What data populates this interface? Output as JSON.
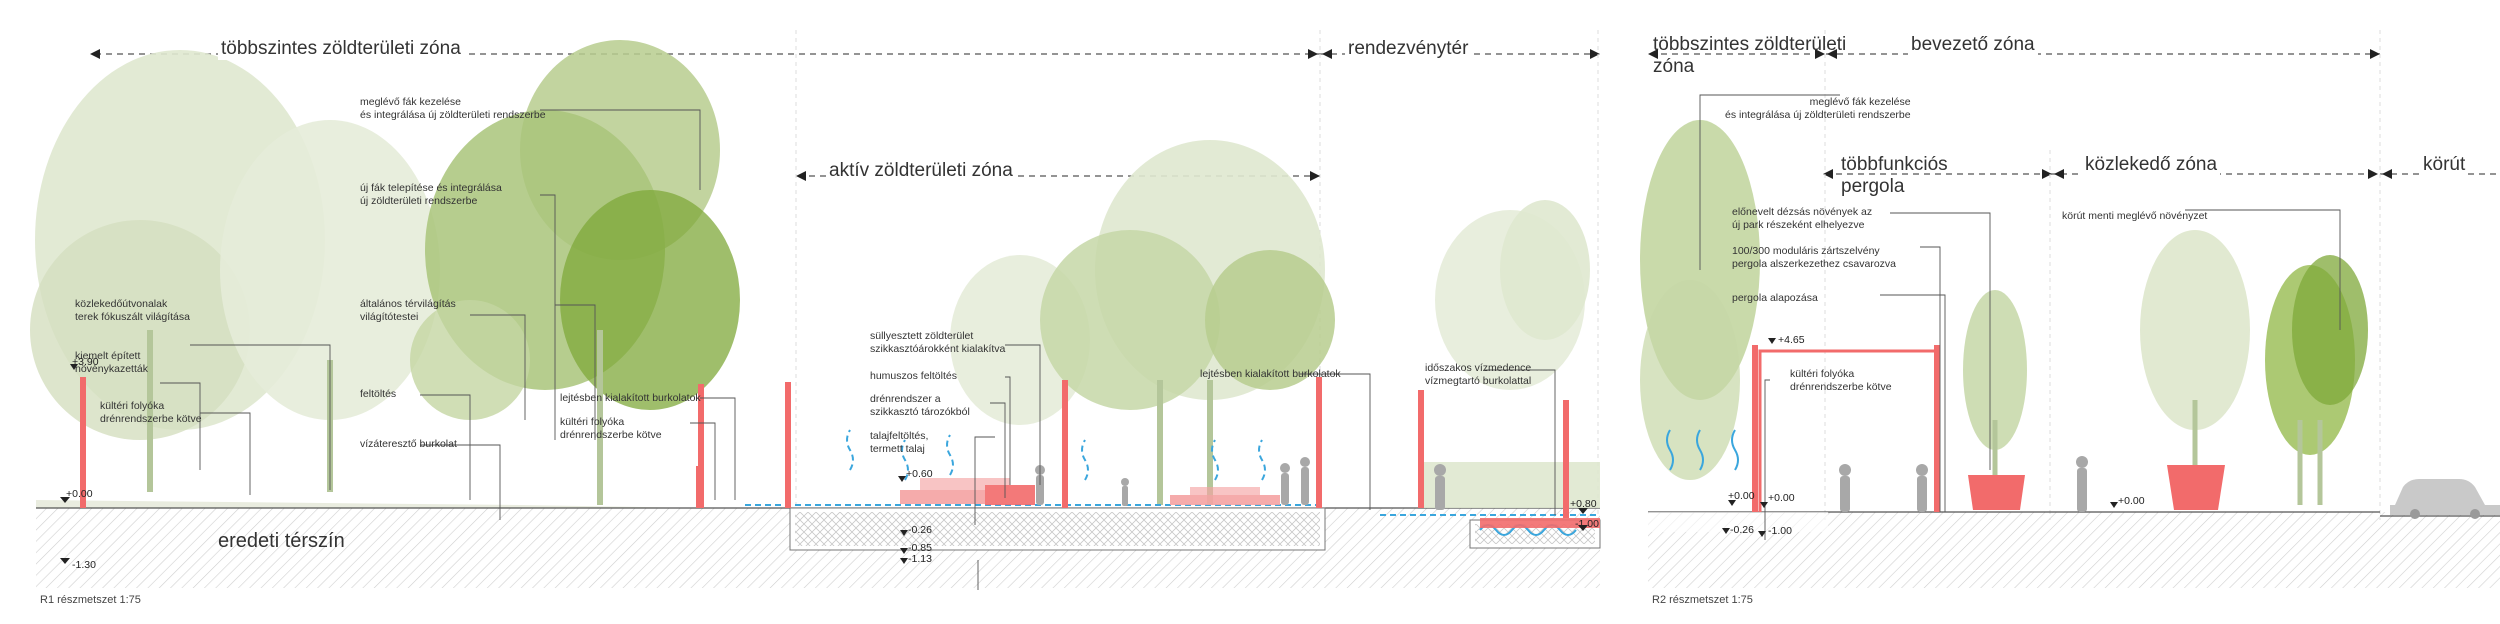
{
  "left_section": {
    "zones": {
      "multilevel": "többszintes zöldterületi zóna",
      "event": "rendezvénytér",
      "active": "aktív zöldterületi zóna"
    },
    "labels": {
      "trees_existing": [
        "meglévő fák kezelése",
        "és integrálása új zöldterületi rendszerbe"
      ],
      "trees_new": [
        "új fák telepítése és integrálása",
        "új zöldterületi rendszerbe"
      ],
      "lighting": [
        "általános térvilágítás",
        "világítótestei"
      ],
      "path_light": [
        "közlekedőútvonalak",
        "terek fókuszált világítása"
      ],
      "planter": [
        "kiemelt épített",
        "növénykazetták"
      ],
      "gutter": [
        "kültéri folyóka",
        "drénrendszerbe kötve"
      ],
      "fill": [
        "feltöltés"
      ],
      "permeable": [
        "vízáteresztő burkolat"
      ],
      "slope_paving": [
        "lejtésben kialakított burkolatok"
      ],
      "gutter2": [
        "kültéri folyóka",
        "drénrendszerbe kötve"
      ],
      "sunken": [
        "süllyesztett zöldterület",
        "szikkasztóárokként kialakítva"
      ],
      "humus": [
        "humuszos feltöltés"
      ],
      "drain": [
        "drénrendszer a",
        "szikkasztó tározókból"
      ],
      "soil": [
        "talajfeltöltés,",
        "termett talaj"
      ],
      "slope_paving2": [
        "lejtésben kialakított burkolatok"
      ],
      "pool": [
        "időszakos vízmedence",
        "vízmegtartó burkolattal"
      ]
    },
    "ground_label": "eredeti térszín",
    "elevations": {
      "e1": "+3.90",
      "e2": "+0.00",
      "e3": "-1.30",
      "e4": "+0.60",
      "e5": "-0.26",
      "e6": "-0.85",
      "e7": "-1.13",
      "e8": "+0.80",
      "e9": "-1.00"
    },
    "caption": "R1 részmetszet 1:75"
  },
  "right_section": {
    "zones": {
      "multilevel": "többszintes zöldterületi zóna",
      "entrance": "bevezető zóna",
      "pergola": "többfunkciós pergola",
      "traffic": "közlekedő zóna",
      "ring": "körút"
    },
    "labels": {
      "trees_existing": [
        "meglévő fák kezelése",
        "és integrálása új zöldterületi rendszerbe"
      ],
      "pots": [
        "előnevelt dézsás növények az",
        "új park részeként elhelyezve"
      ],
      "profile": [
        "100/300 moduláris zártszelvény",
        "pergola alszerkezethez csavarozva"
      ],
      "foundation": [
        "pergola alapozása"
      ],
      "gutter": [
        "kültéri folyóka",
        "drénrendszerbe kötve"
      ],
      "ring_plants": [
        "körút menti meglévő növényzet"
      ]
    },
    "elevations": {
      "e1": "+4.65",
      "e2": "+0.00",
      "e3": "+0.00",
      "e4": "-0.26",
      "e5": "-1.00",
      "e6": "+0.00"
    },
    "caption": "R2 részmetszet 1:75"
  },
  "colors": {
    "accent_red": "#f26b6b",
    "water_blue": "#3aa6dd",
    "foliage_light": "#dfe8cf",
    "foliage_mid": "#b7cd8e",
    "foliage_dark": "#7fa83a",
    "ground_hatch": "#cfcfcf"
  }
}
